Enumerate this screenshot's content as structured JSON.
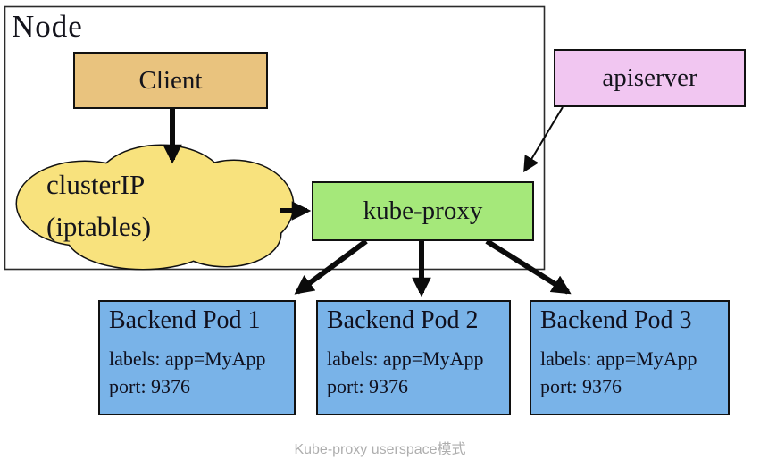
{
  "diagram": {
    "node_label": "Node",
    "client_label": "Client",
    "cloud": {
      "line1": "clusterIP",
      "line2": "(iptables)"
    },
    "kube_proxy_label": "kube-proxy",
    "apiserver_label": "apiserver",
    "pods": [
      {
        "title": "Backend Pod 1",
        "labels": "labels: app=MyApp",
        "port": "port: 9376"
      },
      {
        "title": "Backend Pod 2",
        "labels": "labels: app=MyApp",
        "port": "port: 9376"
      },
      {
        "title": "Backend Pod 3",
        "labels": "labels: app=MyApp",
        "port": "port: 9376"
      }
    ],
    "caption": "Kube-proxy userspace模式",
    "colors": {
      "client_fill": "#e9c37e",
      "cloud_fill": "#f8e27d",
      "kube_proxy_fill": "#a5e87a",
      "apiserver_fill": "#f1c6f1",
      "pod_fill": "#79b3e8",
      "border": "#111111",
      "caption_text": "#aeaeae"
    }
  }
}
